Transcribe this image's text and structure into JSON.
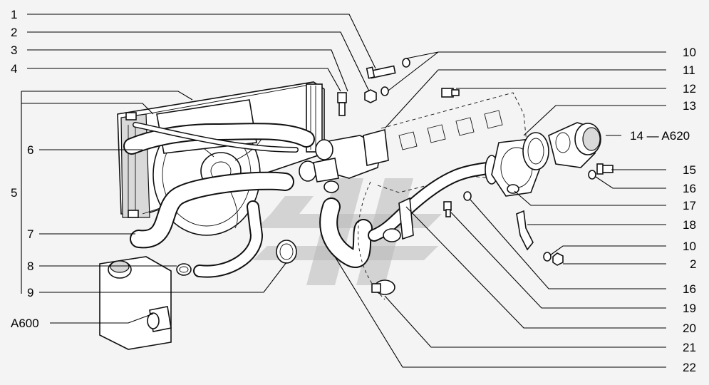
{
  "callouts": {
    "c1": "1",
    "c2": "2",
    "c3": "3",
    "c4": "4",
    "c5": "5",
    "c6": "6",
    "c7": "7",
    "c8": "8",
    "c9": "9",
    "a600": "A600",
    "c10": "10",
    "c11": "11",
    "c12": "12",
    "c13": "13",
    "c14": "14 — A620",
    "c15": "15",
    "c16": "16",
    "c17": "17",
    "c18": "18",
    "c10b": "10",
    "c2b": "2",
    "c16b": "16",
    "c19": "19",
    "c20": "20",
    "c21": "21",
    "c22": "22"
  }
}
